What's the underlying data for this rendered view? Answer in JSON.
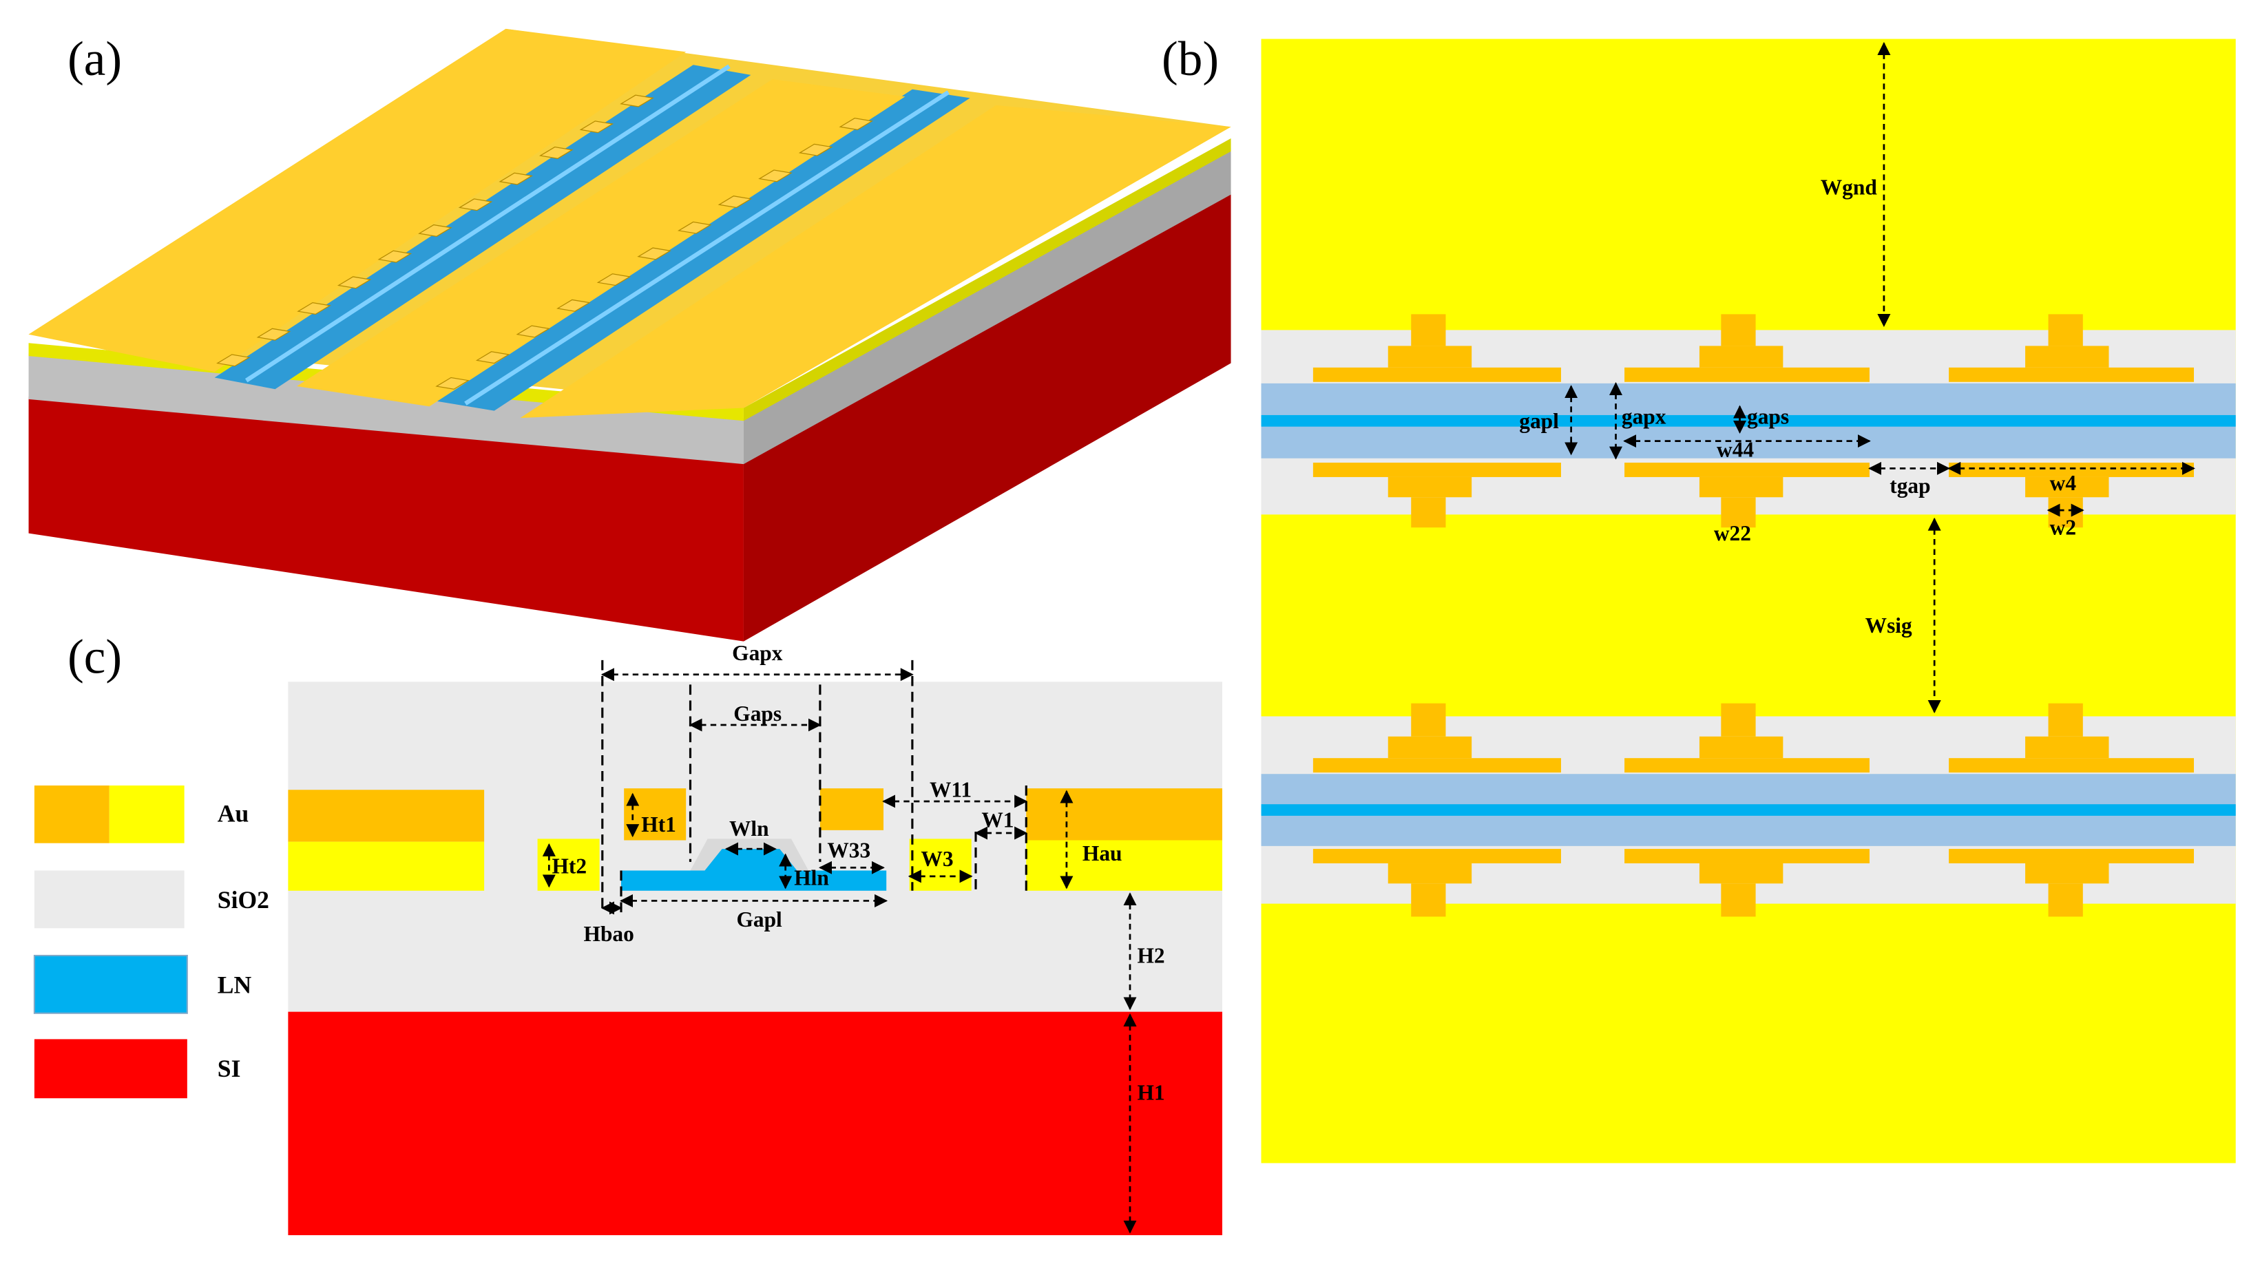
{
  "panels": {
    "a": {
      "label": "(a)"
    },
    "b": {
      "label": "(b)",
      "dims": {
        "wgnd": "Wgnd",
        "gapl": "gapl",
        "gapx": "gapx",
        "gaps": "gaps",
        "w44": "w44",
        "tgap": "tgap",
        "w4": "w4",
        "w22": "w22",
        "w2": "w2",
        "wsig": "Wsig"
      }
    },
    "c": {
      "label": "(c)",
      "dims": {
        "gapx": "Gapx",
        "gaps": "Gaps",
        "w11": "W11",
        "ht1": "Ht1",
        "wln": "Wln",
        "w33": "W33",
        "w1": "W1",
        "ht2": "Ht2",
        "hln": "Hln",
        "w3": "W3",
        "hau": "Hau",
        "hbao": "Hbao",
        "gapl": "Gapl",
        "h2": "H2",
        "h1": "H1"
      }
    }
  },
  "legend": [
    {
      "label": "Au",
      "colors": [
        "#FFC000",
        "#FFFF00"
      ]
    },
    {
      "label": "SiO2",
      "colors": [
        "#EBEBEB"
      ]
    },
    {
      "label": "LN",
      "colors": [
        "#00B0F0"
      ]
    },
    {
      "label": "SI",
      "colors": [
        "#FF0000"
      ]
    }
  ],
  "colors": {
    "au_dark": "#FFC000",
    "au_light": "#FFFF00",
    "sio2": "#EBEBEB",
    "ln": "#00B0F0",
    "ln_light": "#9DC3E6",
    "si": "#FF0000",
    "si_dark": "#C00000",
    "gray_layer": "#BFBFBF"
  }
}
